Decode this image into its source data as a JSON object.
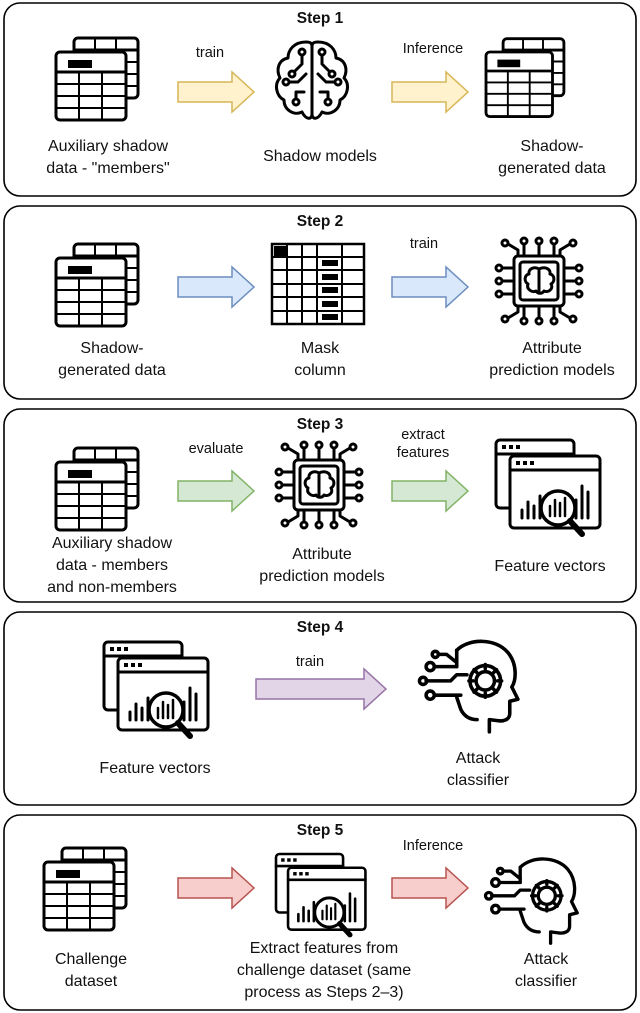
{
  "steps": [
    {
      "title": "Step 1",
      "nodes": [
        "Auxiliary shadow\ndata - \"members\"",
        "Shadow models",
        "Shadow-\ngenerated data"
      ],
      "arrows": [
        "train",
        "Inference"
      ],
      "arrow_colors": [
        "#fff2cc",
        "#fff2cc"
      ],
      "arrow_strokes": [
        "#d6b656",
        "#d6b656"
      ]
    },
    {
      "title": "Step 2",
      "nodes": [
        "Shadow-\ngenerated data",
        "Mask\ncolumn",
        "Attribute\nprediction models"
      ],
      "arrows": [
        "",
        "train"
      ],
      "arrow_colors": [
        "#dae8fc",
        "#dae8fc"
      ],
      "arrow_strokes": [
        "#6c8ebf",
        "#6c8ebf"
      ]
    },
    {
      "title": "Step 3",
      "nodes": [
        "Auxiliary shadow\ndata - members\nand non-members",
        "Attribute\nprediction models",
        "Feature vectors"
      ],
      "arrows": [
        "evaluate",
        "extract\nfeatures"
      ],
      "arrow_colors": [
        "#d5e8d4",
        "#d5e8d4"
      ],
      "arrow_strokes": [
        "#82b366",
        "#82b366"
      ]
    },
    {
      "title": "Step 4",
      "nodes": [
        "Feature vectors",
        "Attack\nclassifier"
      ],
      "arrows": [
        "train"
      ],
      "arrow_colors": [
        "#e1d5e7"
      ],
      "arrow_strokes": [
        "#9673a6"
      ]
    },
    {
      "title": "Step 5",
      "nodes": [
        "Challenge\ndataset",
        "Extract features from\nchallenge dataset (same\nprocess as Steps 2–3)",
        "Attack\nclassifier"
      ],
      "arrows": [
        "",
        "Inference"
      ],
      "arrow_colors": [
        "#f8cecc",
        "#f8cecc"
      ],
      "arrow_strokes": [
        "#b85450",
        "#b85450"
      ]
    }
  ],
  "icons": {
    "table": "table-icon",
    "shadow_models": "brain-circuit-icon",
    "mask": "mask-column-icon",
    "chip": "ai-chip-icon",
    "features": "feature-vectors-icon",
    "classifier": "attack-classifier-icon"
  }
}
